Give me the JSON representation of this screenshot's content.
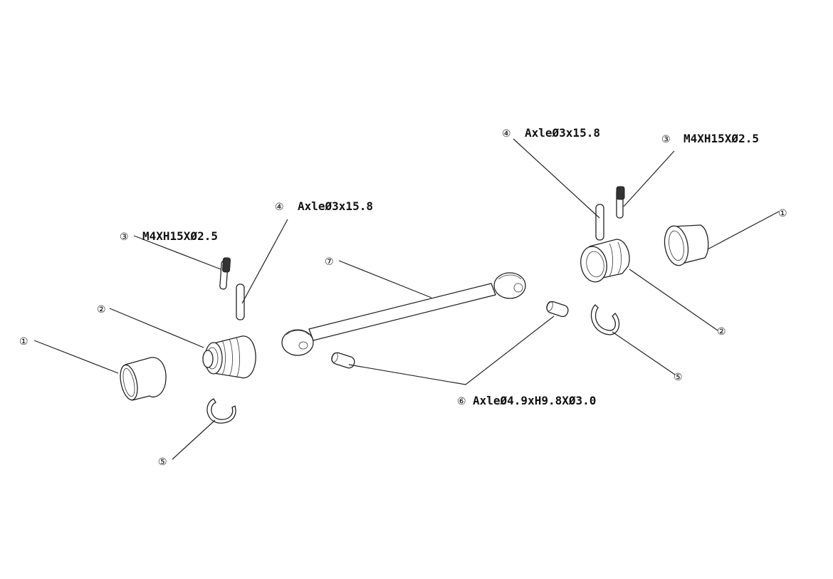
{
  "callouts": {
    "left_bearing": "①",
    "left_cup": "②",
    "left_screw": "③",
    "left_screw_spec": "M4XH15XØ2.5",
    "left_pin": "④",
    "left_pin_spec": "AxleØ3x15.8",
    "left_clip": "⑤",
    "dogbone": "⑦",
    "cross_pin": "⑥",
    "cross_pin_spec": "AxleØ4.9xH9.8XØ3.0",
    "right_pin": "④",
    "right_pin_spec": "AxleØ3x15.8",
    "right_screw": "③",
    "right_screw_spec": "M4XH15XØ2.5",
    "right_bearing": "①",
    "right_cup": "②",
    "right_clip": "⑤"
  }
}
